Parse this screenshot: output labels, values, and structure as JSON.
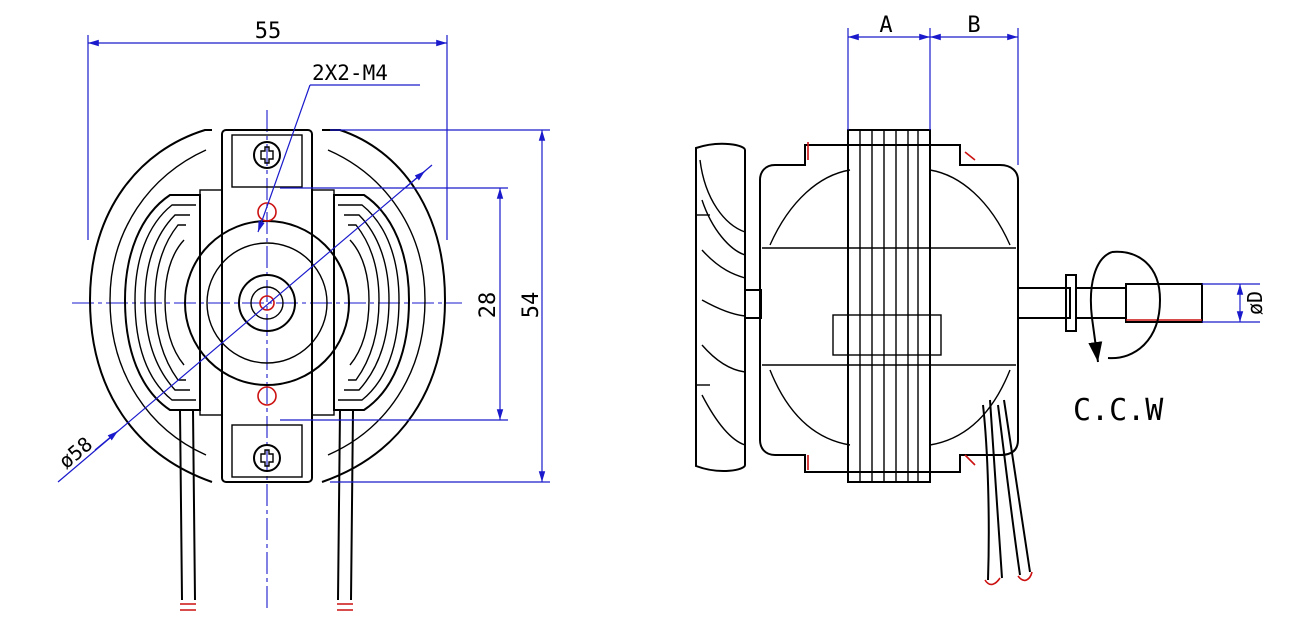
{
  "front_view": {
    "dim_width": "55",
    "hole_label": "2X2-M4",
    "dim_hole_spacing": "28",
    "dim_height": "54",
    "dim_diameter": "ø58"
  },
  "side_view": {
    "dim_stack": "A",
    "dim_shaft_ext": "B",
    "dim_shaft_dia": "øD",
    "rotation_label": "C.C.W"
  },
  "colors": {
    "outline": "#000000",
    "dimension": "#1a1acc",
    "highlight": "#cc1111"
  }
}
